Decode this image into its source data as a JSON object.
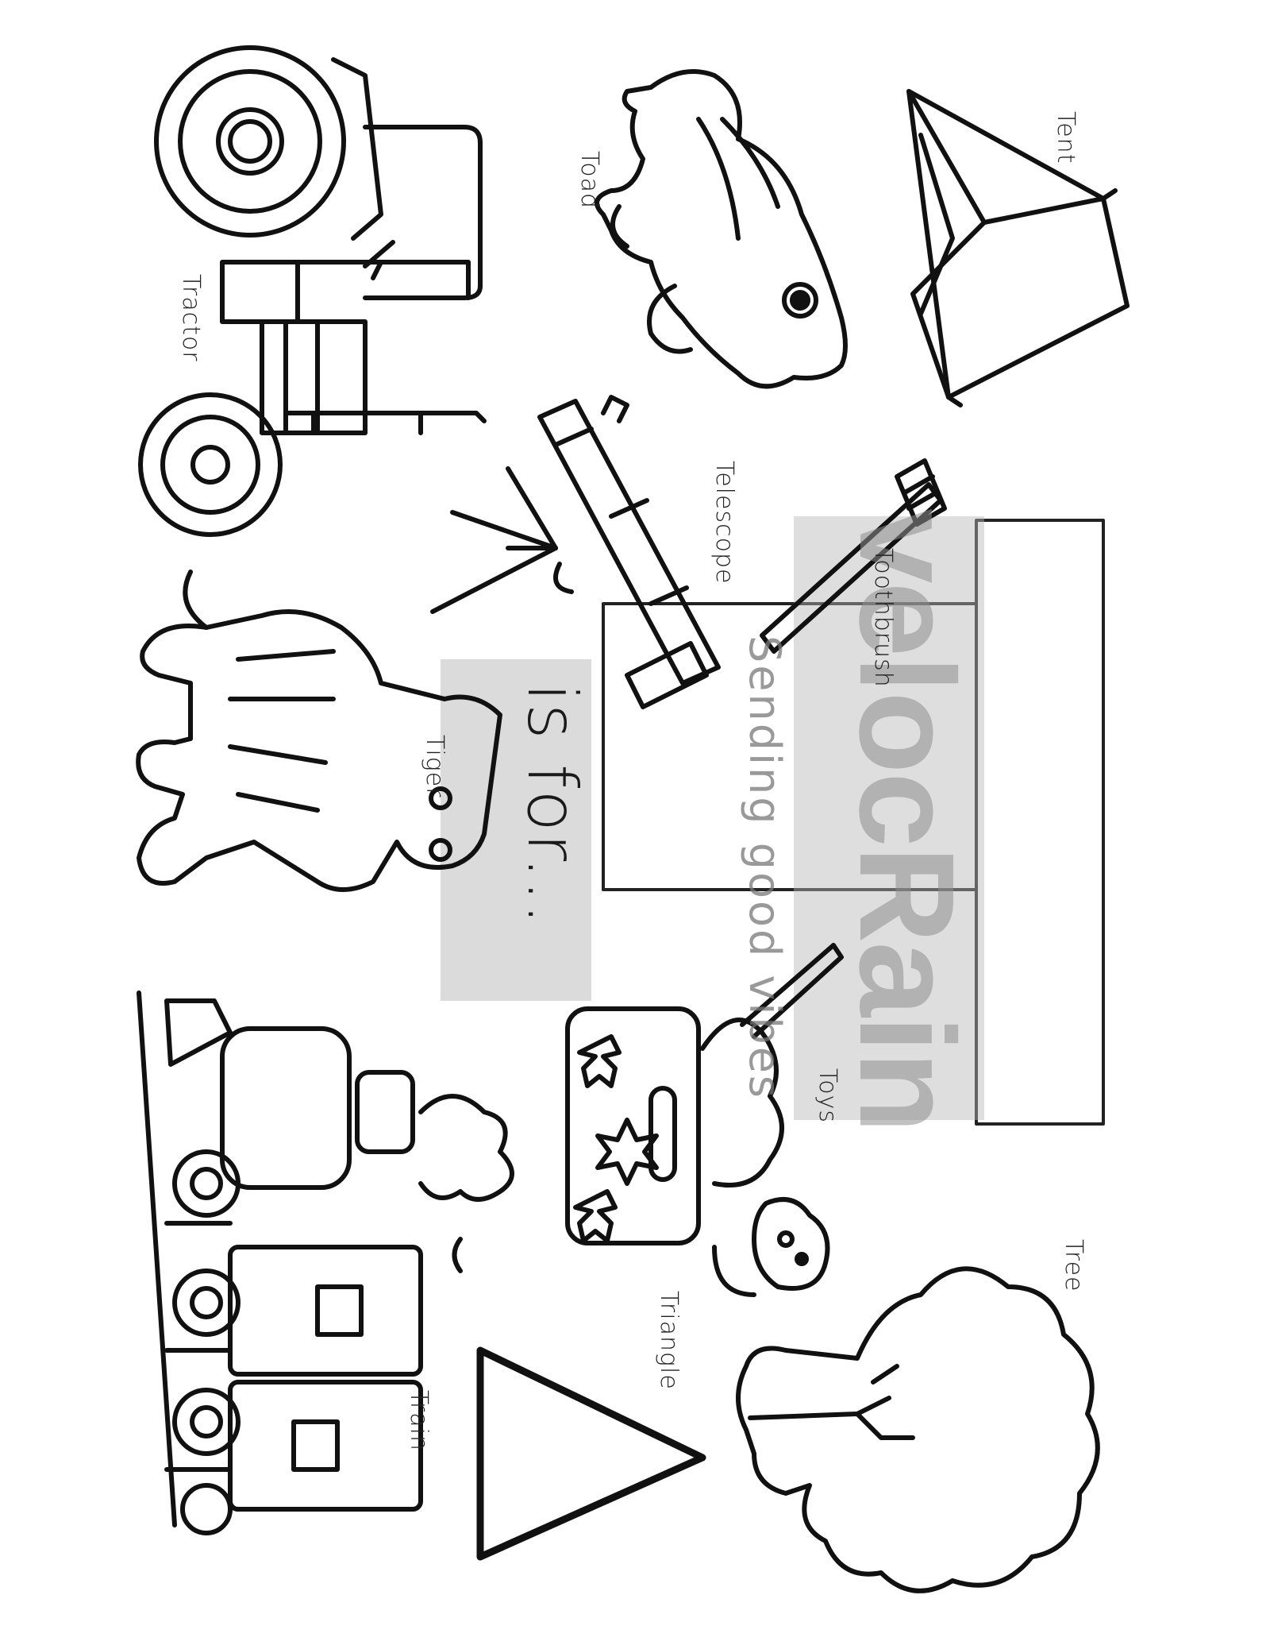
{
  "heading": {
    "text": "is for..."
  },
  "stamp": {
    "logo_text": "velocRain",
    "tagline": "Sending good vibes"
  },
  "labels": {
    "tractor": "Tractor",
    "toad": "Toad",
    "tent": "Tent",
    "telescope": "Telescope",
    "toothbrush": "Toothbrush",
    "tiger": "Tiger",
    "toys": "Toys",
    "train": "Train",
    "triangle": "Triangle",
    "tree": "Tree"
  },
  "colors": {
    "ink": "#111111",
    "paper": "#ffffff",
    "stamp": "#8a8a8a"
  }
}
